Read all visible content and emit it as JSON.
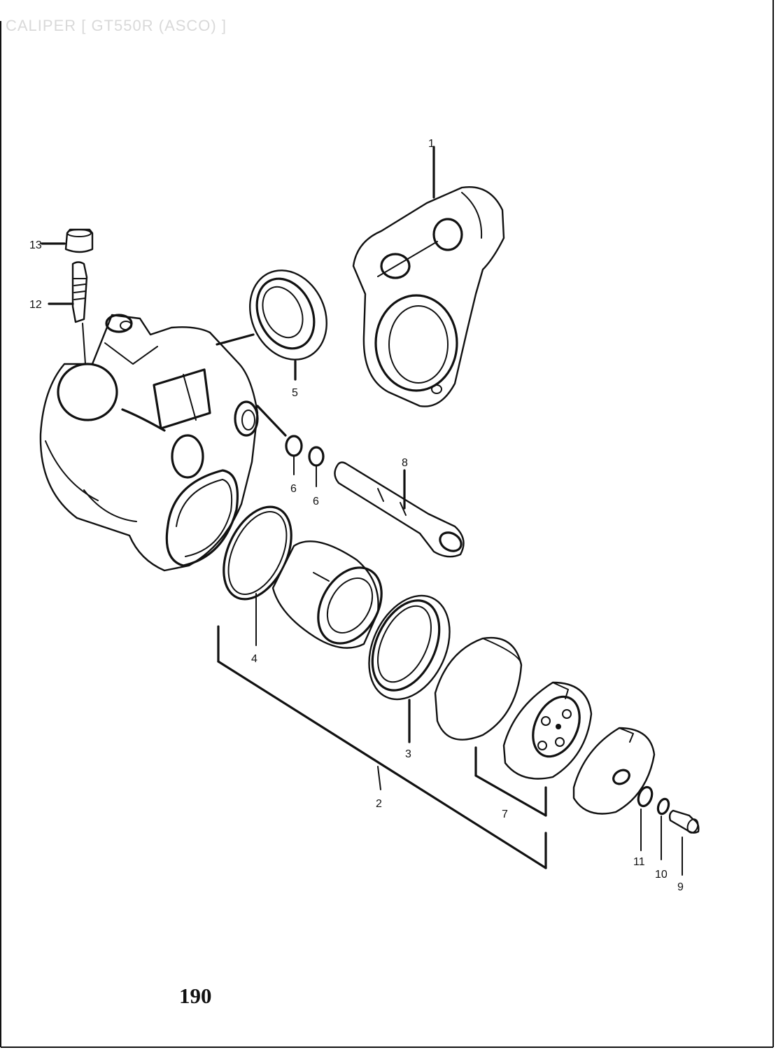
{
  "header": {
    "title": "CALIPER [ GT550R (ASCO) ]"
  },
  "page": {
    "number": "190"
  },
  "callouts": [
    {
      "id": "1",
      "label": "1"
    },
    {
      "id": "2",
      "label": "2"
    },
    {
      "id": "3",
      "label": "3"
    },
    {
      "id": "4",
      "label": "4"
    },
    {
      "id": "5",
      "label": "5"
    },
    {
      "id": "6a",
      "label": "6"
    },
    {
      "id": "6b",
      "label": "6"
    },
    {
      "id": "7",
      "label": "7"
    },
    {
      "id": "8",
      "label": "8"
    },
    {
      "id": "9",
      "label": "9"
    },
    {
      "id": "10",
      "label": "10"
    },
    {
      "id": "11",
      "label": "11"
    },
    {
      "id": "12",
      "label": "12"
    },
    {
      "id": "13",
      "label": "13"
    }
  ]
}
